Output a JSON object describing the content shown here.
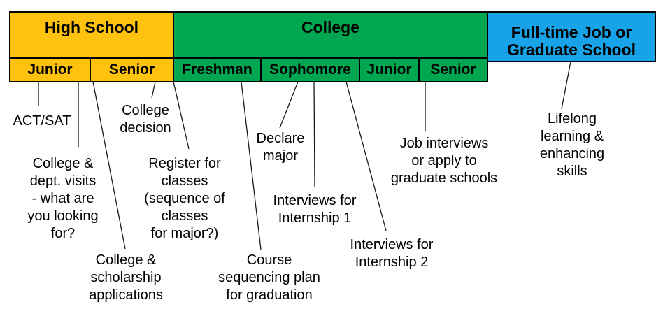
{
  "timeline": {
    "sections": [
      {
        "label": "High School",
        "color": "#FFC20E",
        "stages": [
          {
            "label": "Junior"
          },
          {
            "label": "Senior"
          }
        ]
      },
      {
        "label": "College",
        "color": "#00A650",
        "stages": [
          {
            "label": "Freshman"
          },
          {
            "label": "Sophomore"
          },
          {
            "label": "Junior"
          },
          {
            "label": "Senior"
          }
        ]
      },
      {
        "label": "Full-time Job or Graduate School",
        "color": "#18A3E8",
        "stages": []
      }
    ]
  },
  "annotations": [
    {
      "id": "act-sat",
      "text": "ACT/SAT"
    },
    {
      "id": "college-decision",
      "text": "College\ndecision"
    },
    {
      "id": "college-dept-visits",
      "text": "College &\ndept. visits\n- what are\nyou looking\nfor?"
    },
    {
      "id": "register-for-classes",
      "text": "Register for\nclasses\n(sequence of\nclasses\nfor major?)"
    },
    {
      "id": "college-scholarship-applications",
      "text": "College &\nscholarship\napplications"
    },
    {
      "id": "course-sequencing-plan",
      "text": "Course\nsequencing plan\nfor graduation"
    },
    {
      "id": "declare-major",
      "text": "Declare\nmajor"
    },
    {
      "id": "interviews-internship-1",
      "text": "Interviews for\nInternship 1"
    },
    {
      "id": "interviews-internship-2",
      "text": "Interviews for\nInternship 2"
    },
    {
      "id": "job-interviews",
      "text": "Job interviews\nor apply to\ngraduate schools"
    },
    {
      "id": "lifelong-learning",
      "text": "Lifelong learning &\nenhancing skills"
    }
  ],
  "line_color": "#1a1a1a"
}
